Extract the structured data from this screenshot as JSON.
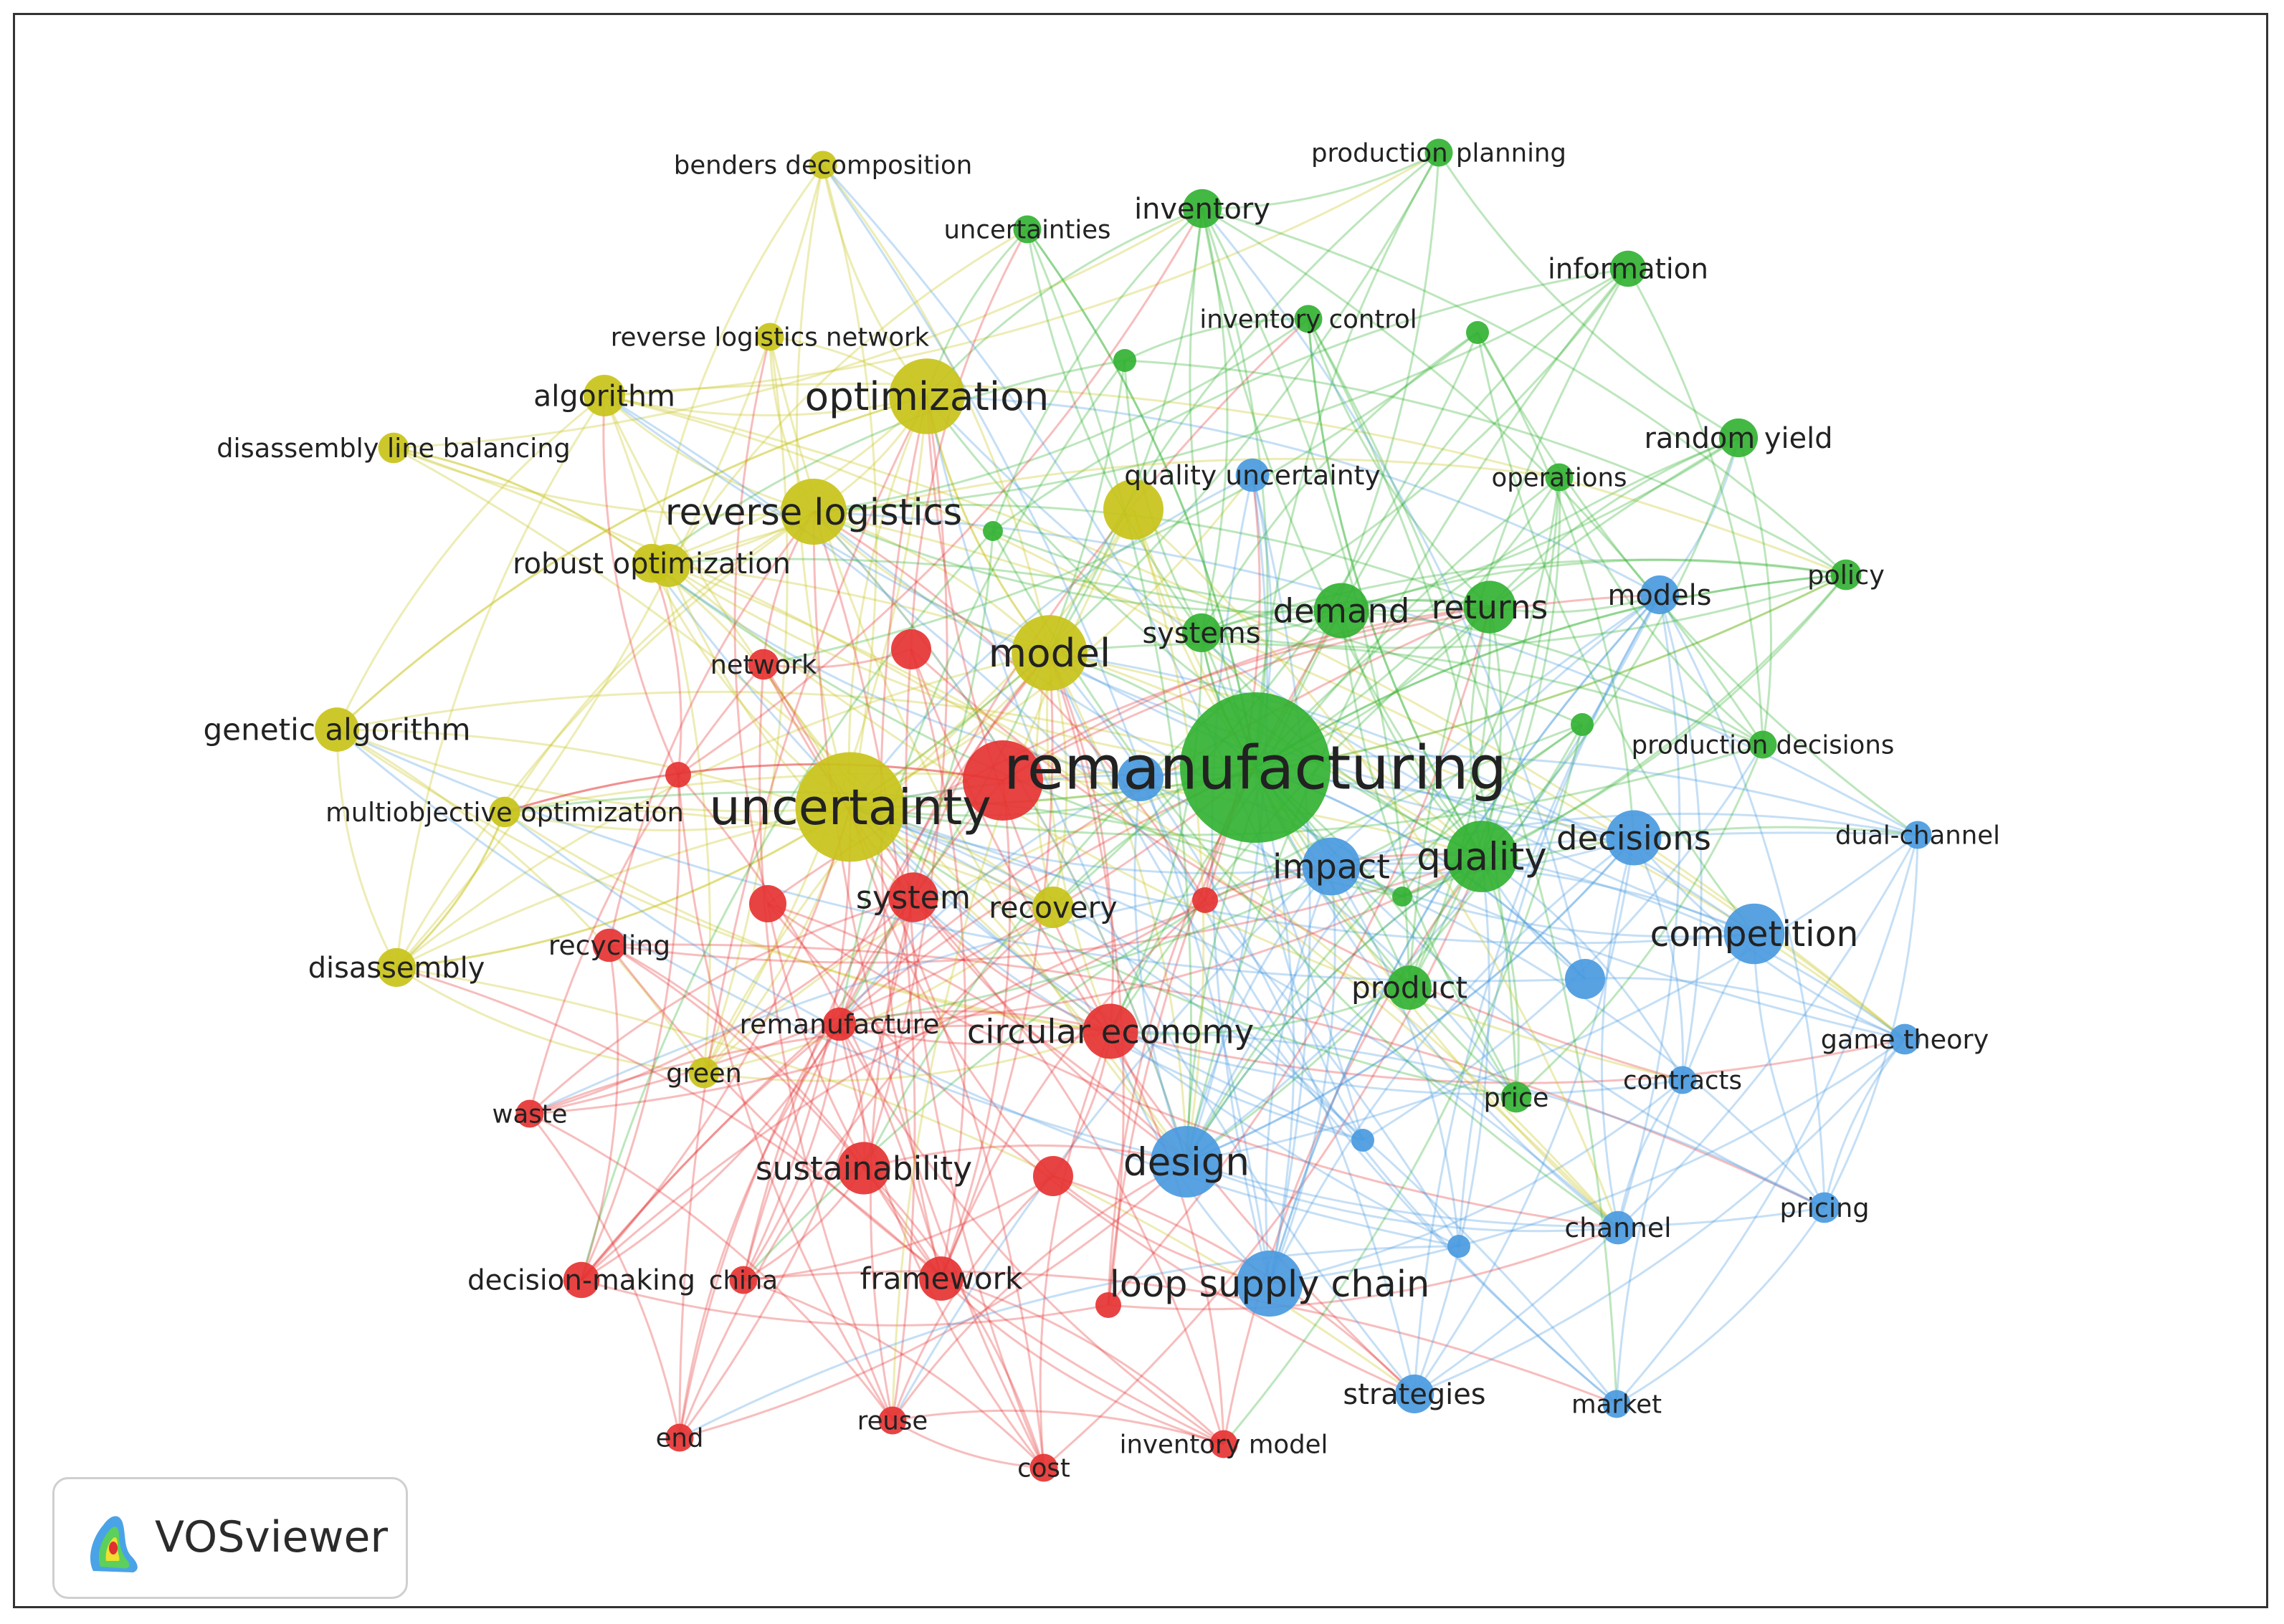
{
  "branding": {
    "name": "VOSviewer"
  },
  "clusters": {
    "red": "#e63333",
    "green": "#33b233",
    "blue": "#4a9ae0",
    "yellow": "#c8c31a"
  },
  "nodes": [
    {
      "id": "remanufacturing",
      "label": "remanufacturing",
      "cluster": "green",
      "weight": 100
    },
    {
      "id": "uncertainty",
      "label": "uncertainty",
      "cluster": "yellow",
      "weight": 70
    },
    {
      "id": "optimization",
      "label": "optimization",
      "cluster": "yellow",
      "weight": 45
    },
    {
      "id": "reverse-logistics",
      "label": "reverse logistics",
      "cluster": "yellow",
      "weight": 38
    },
    {
      "id": "model",
      "label": "model",
      "cluster": "yellow",
      "weight": 45
    },
    {
      "id": "design",
      "label": "design",
      "cluster": "blue",
      "weight": 42
    },
    {
      "id": "algorithm",
      "label": "algorithm",
      "cluster": "yellow",
      "weight": 20
    },
    {
      "id": "genetic-algorithm",
      "label": "genetic algorithm",
      "cluster": "yellow",
      "weight": 22
    },
    {
      "id": "disassembly",
      "label": "disassembly",
      "cluster": "yellow",
      "weight": 18
    },
    {
      "id": "recovery",
      "label": "recovery",
      "cluster": "yellow",
      "weight": 20
    },
    {
      "id": "benders-decomposition",
      "label": "benders decomposition",
      "cluster": "yellow",
      "weight": 10
    },
    {
      "id": "reverse-logistics-network",
      "label": "reverse logistics network",
      "cluster": "yellow",
      "weight": 10
    },
    {
      "id": "disassembly-line-balancing",
      "label": "disassembly line balancing",
      "cluster": "yellow",
      "weight": 12
    },
    {
      "id": "robust-optimization",
      "label": "robust optimization",
      "cluster": "yellow",
      "weight": 18
    },
    {
      "id": "multiobjective-optimization",
      "label": "multiobjective optimization",
      "cluster": "yellow",
      "weight": 12
    },
    {
      "id": "green",
      "label": "green",
      "cluster": "yellow",
      "weight": 12
    },
    {
      "id": "quality-uncertainty",
      "label": "quality uncertainty",
      "cluster": "blue",
      "weight": 14
    },
    {
      "id": "system",
      "label": "system",
      "cluster": "red",
      "weight": 26
    },
    {
      "id": "circular-economy",
      "label": "circular economy",
      "cluster": "red",
      "weight": 30
    },
    {
      "id": "sustainability",
      "label": "sustainability",
      "cluster": "red",
      "weight": 28
    },
    {
      "id": "network",
      "label": "network",
      "cluster": "red",
      "weight": 12
    },
    {
      "id": "recycling",
      "label": "recycling",
      "cluster": "red",
      "weight": 14
    },
    {
      "id": "remanufacture",
      "label": "remanufacture",
      "cluster": "red",
      "weight": 14
    },
    {
      "id": "waste",
      "label": "waste",
      "cluster": "red",
      "weight": 10
    },
    {
      "id": "decision-making",
      "label": "decision-making",
      "cluster": "red",
      "weight": 16
    },
    {
      "id": "china",
      "label": "china",
      "cluster": "red",
      "weight": 10
    },
    {
      "id": "framework",
      "label": "framework",
      "cluster": "red",
      "weight": 22
    },
    {
      "id": "end",
      "label": "end",
      "cluster": "red",
      "weight": 10
    },
    {
      "id": "reuse",
      "label": "reuse",
      "cluster": "red",
      "weight": 10
    },
    {
      "id": "cost",
      "label": "cost",
      "cluster": "red",
      "weight": 10
    },
    {
      "id": "inventory-model",
      "label": "inventory model",
      "cluster": "red",
      "weight": 10
    },
    {
      "id": "loop-supply-chain",
      "label": "loop supply chain",
      "cluster": "blue",
      "weight": 38
    },
    {
      "id": "impact",
      "label": "impact",
      "cluster": "blue",
      "weight": 32
    },
    {
      "id": "decisions",
      "label": "decisions",
      "cluster": "blue",
      "weight": 30
    },
    {
      "id": "competition",
      "label": "competition",
      "cluster": "blue",
      "weight": 34
    },
    {
      "id": "models",
      "label": "models",
      "cluster": "blue",
      "weight": 18
    },
    {
      "id": "dual-channel",
      "label": "dual-channel",
      "cluster": "blue",
      "weight": 10
    },
    {
      "id": "game-theory",
      "label": "game theory",
      "cluster": "blue",
      "weight": 12
    },
    {
      "id": "contracts",
      "label": "contracts",
      "cluster": "blue",
      "weight": 10
    },
    {
      "id": "pricing",
      "label": "pricing",
      "cluster": "blue",
      "weight": 12
    },
    {
      "id": "channel",
      "label": "channel",
      "cluster": "blue",
      "weight": 14
    },
    {
      "id": "market",
      "label": "market",
      "cluster": "blue",
      "weight": 10
    },
    {
      "id": "strategies",
      "label": "strategies",
      "cluster": "blue",
      "weight": 18
    },
    {
      "id": "quality",
      "label": "quality",
      "cluster": "green",
      "weight": 42
    },
    {
      "id": "demand",
      "label": "demand",
      "cluster": "green",
      "weight": 30
    },
    {
      "id": "returns",
      "label": "returns",
      "cluster": "green",
      "weight": 28
    },
    {
      "id": "systems",
      "label": "systems",
      "cluster": "green",
      "weight": 18
    },
    {
      "id": "product",
      "label": "product",
      "cluster": "green",
      "weight": 22
    },
    {
      "id": "price",
      "label": "price",
      "cluster": "green",
      "weight": 12
    },
    {
      "id": "production-planning",
      "label": "production planning",
      "cluster": "green",
      "weight": 10
    },
    {
      "id": "inventory",
      "label": "inventory",
      "cluster": "green",
      "weight": 18
    },
    {
      "id": "uncertainties",
      "label": "uncertainties",
      "cluster": "green",
      "weight": 10
    },
    {
      "id": "information",
      "label": "information",
      "cluster": "green",
      "weight": 16
    },
    {
      "id": "inventory-control",
      "label": "inventory control",
      "cluster": "green",
      "weight": 10
    },
    {
      "id": "random-yield",
      "label": "random yield",
      "cluster": "green",
      "weight": 18
    },
    {
      "id": "operations",
      "label": "operations",
      "cluster": "green",
      "weight": 10
    },
    {
      "id": "policy",
      "label": "policy",
      "cluster": "green",
      "weight": 12
    },
    {
      "id": "production-decisions",
      "label": "production decisions",
      "cluster": "green",
      "weight": 10
    }
  ]
}
